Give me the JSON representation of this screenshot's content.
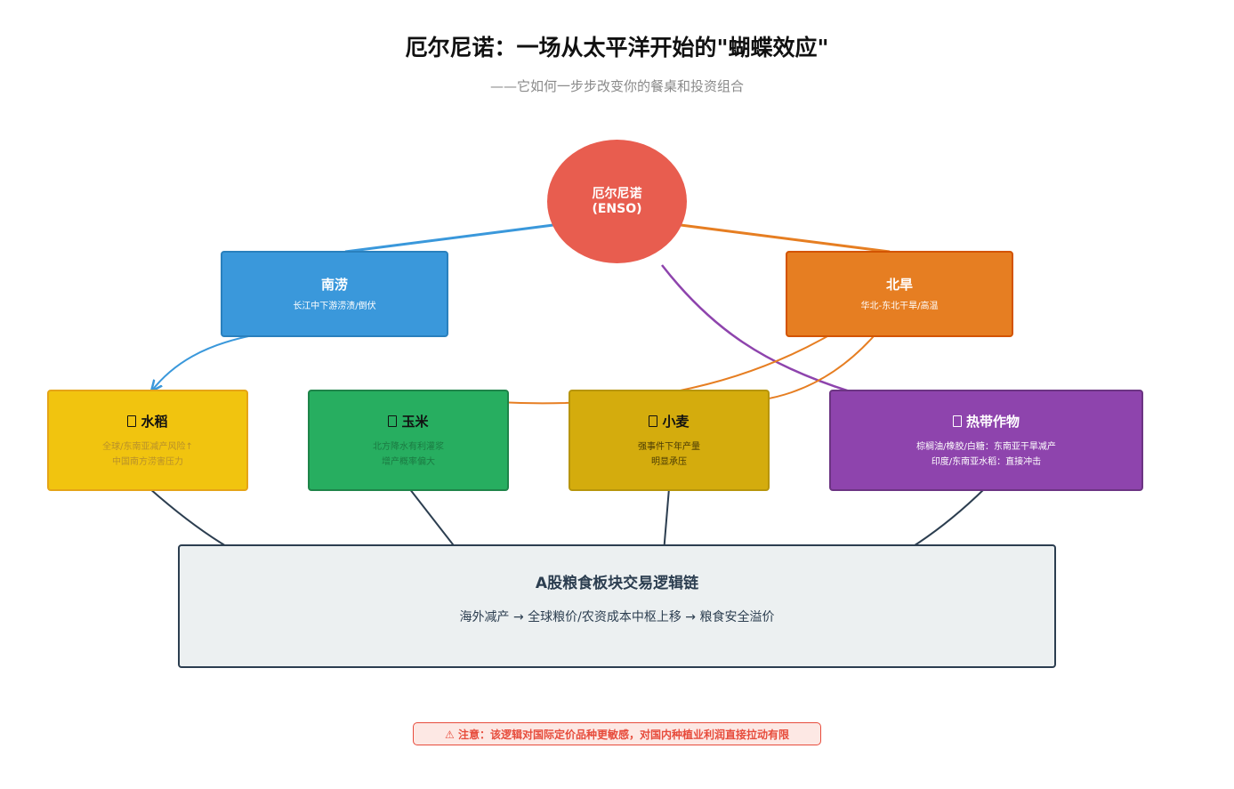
{
  "title": "厄尔尼诺：一场从太平洋开始的\"蝴蝶效应\"",
  "subtitle": "——它如何一步步改变你的餐桌和投资组合",
  "enso": {
    "line1": "厄尔尼诺",
    "line2": "(ENSO)"
  },
  "south": {
    "title": "南涝",
    "desc": "长江中下游涝渍/倒伏"
  },
  "north": {
    "title": "北旱",
    "desc": "华北-东北干旱/高温"
  },
  "crops": {
    "rice": {
      "icon": "box-glyph-icon",
      "title": "水稻",
      "line1": "全球/东南亚减产风险↑",
      "line2": "中国南方涝害压力"
    },
    "corn": {
      "icon": "box-glyph-icon",
      "title": "玉米",
      "line1": "北方降水有利灌浆",
      "line2": "增产概率偏大"
    },
    "wheat": {
      "icon": "box-glyph-icon",
      "title": "小麦",
      "line1": "强事件下年产量",
      "line2": "明显承压"
    },
    "tropical": {
      "icon": "box-glyph-icon",
      "title": "热带作物",
      "line1": "棕榈油/橡胶/白糖：东南亚干旱减产",
      "line2": "印度/东南亚水稻：直接冲击"
    }
  },
  "chain": {
    "title": "A股粮食板块交易逻辑链",
    "flow": "海外减产 → 全球粮价/农资成本中枢上移 → 粮食安全溢价"
  },
  "note": {
    "icon": "warning-icon",
    "text": "⚠ 注意：该逻辑对国际定价品种更敏感，对国内种植业利润直接拉动有限"
  },
  "colors": {
    "enso": "#e85d4f",
    "south": "#3a98db",
    "north": "#e67e22",
    "rice": "#f1c40f",
    "corn": "#27ae60",
    "wheat": "#d4ac0d",
    "tropical": "#8e44ad",
    "chain": "#2c3e50",
    "warning": "#e74c3c"
  }
}
